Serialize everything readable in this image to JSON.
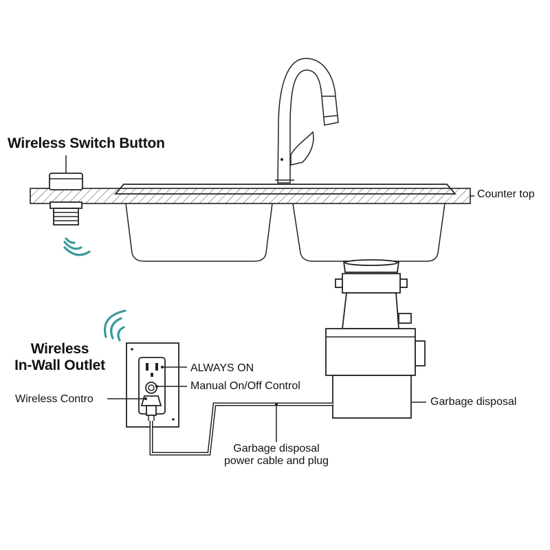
{
  "labels": {
    "wireless_switch_button": "Wireless Switch Button",
    "counter_top": "Counter top",
    "wireless_outlet_line1": "Wireless",
    "wireless_outlet_line2": "In-Wall Outlet",
    "always_on": "ALWAYS ON",
    "manual_control": "Manual On/Off Control",
    "wireless_control": "Wireless Contro",
    "garbage_disposal": "Garbage disposal",
    "cable_line1": "Garbage disposal",
    "cable_line2": "power cable and plug"
  },
  "icons": {
    "wave": "wifi-wave-icon"
  },
  "colors": {
    "wave": "#3a9a9a",
    "line": "#222222"
  }
}
